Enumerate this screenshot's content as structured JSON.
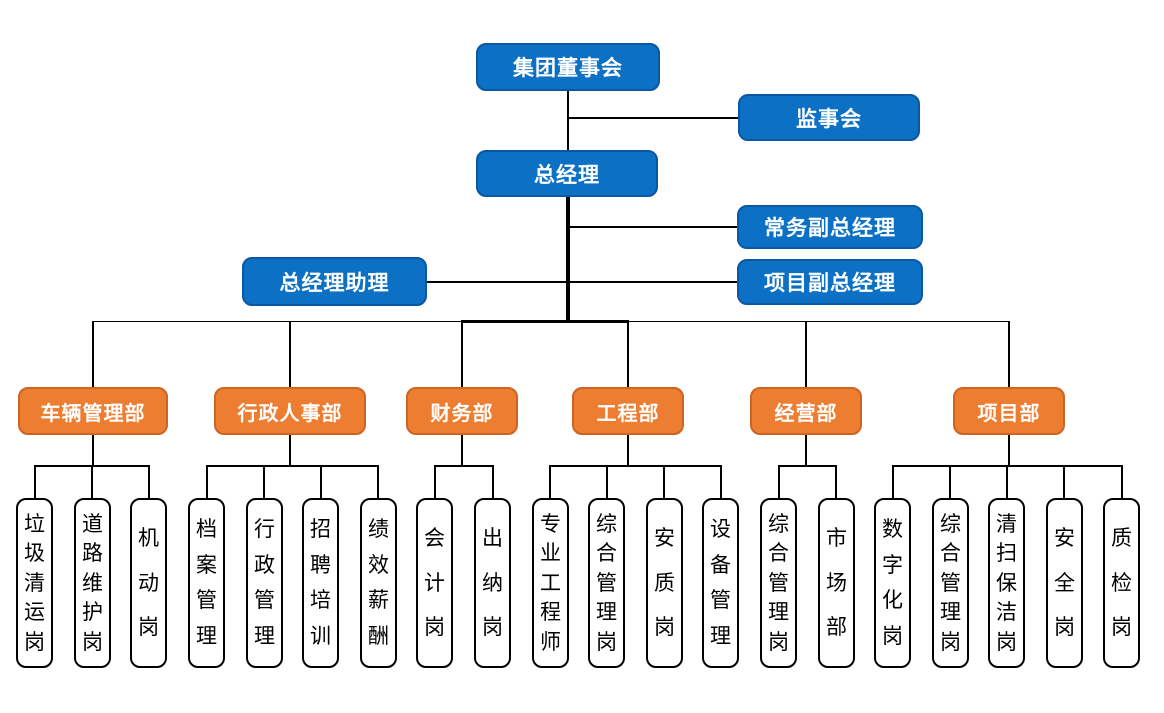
{
  "colors": {
    "node_blue": "#0c70c4",
    "node_blue_border": "#0a58a3",
    "node_orange": "#ed7d31",
    "node_orange_border": "#cc6424",
    "position_node_bg": "#ffffff",
    "position_node_border": "#000000",
    "connector": "#000000"
  },
  "executives": {
    "board": "集团董事会",
    "supervisory": "监事会",
    "general_manager": "总经理",
    "executive_deputy_gm": "常务副总经理",
    "gm_assistant": "总经理助理",
    "project_deputy_gm": "项目副总经理"
  },
  "departments": [
    {
      "label": "车辆管理部",
      "children": [
        "垃圾清运岗",
        "道路维护岗",
        "机动岗"
      ]
    },
    {
      "label": "行政人事部",
      "children": [
        "档案管理",
        "行政管理",
        "招聘培训",
        "绩效薪酬"
      ]
    },
    {
      "label": "财务部",
      "children": [
        "会计岗",
        "出纳岗"
      ]
    },
    {
      "label": "工程部",
      "children": [
        "专业工程师",
        "综合管理岗",
        "安质岗",
        "设备管理"
      ]
    },
    {
      "label": "经营部",
      "children": [
        "综合管理岗",
        "市场部"
      ]
    },
    {
      "label": "项目部",
      "children": [
        "数字化岗",
        "综合管理岗",
        "清扫保洁岗",
        "安全岗",
        "质检岗"
      ]
    }
  ]
}
